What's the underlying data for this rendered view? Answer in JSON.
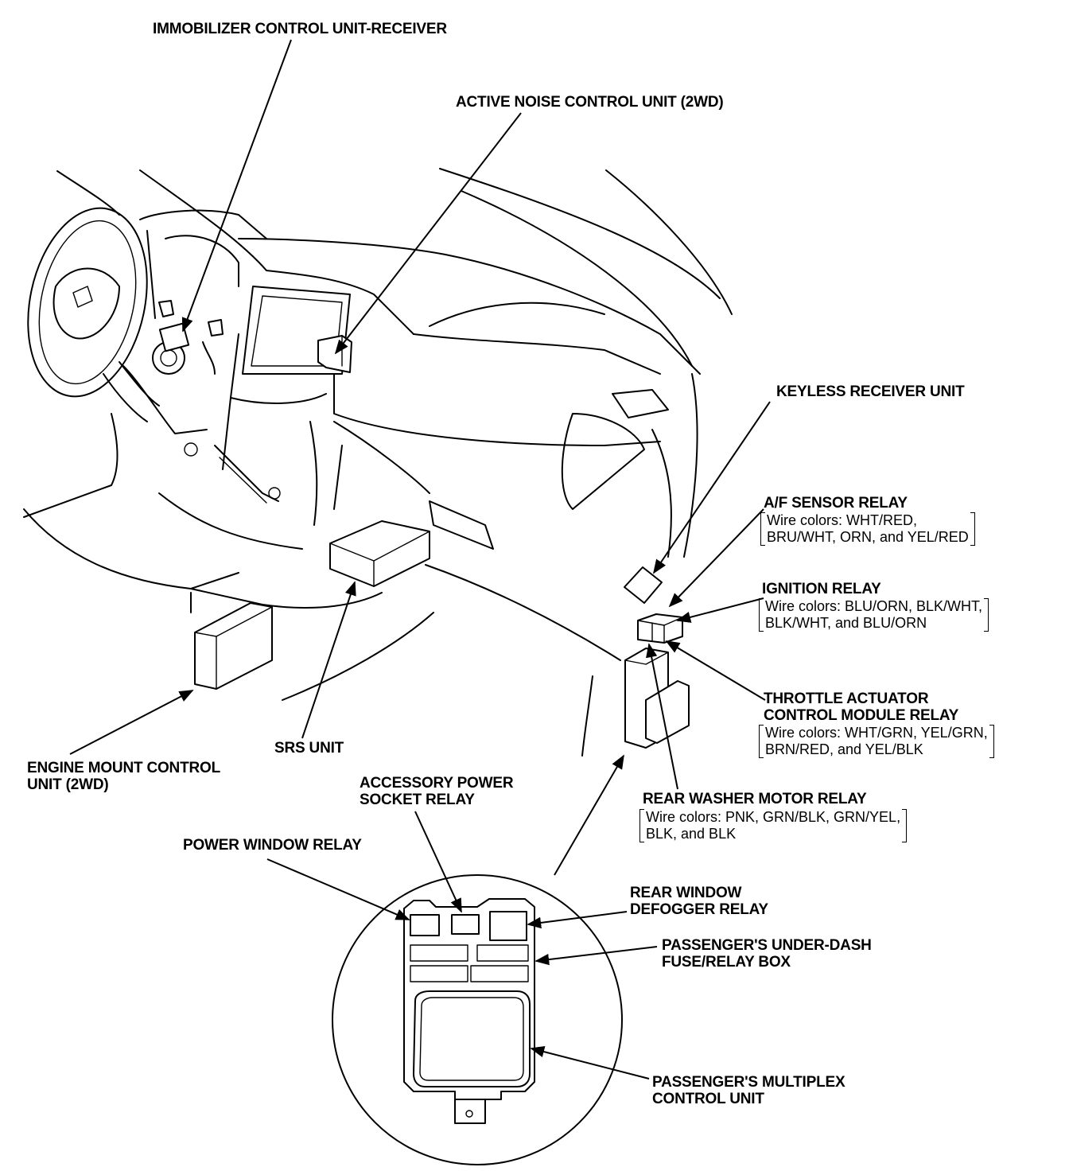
{
  "labels": {
    "immobilizer": "IMMOBILIZER CONTROL UNIT-RECEIVER",
    "active_noise": "ACTIVE NOISE CONTROL UNIT (2WD)",
    "keyless": "KEYLESS RECEIVER UNIT",
    "af_sensor": {
      "title": "A/F SENSOR RELAY",
      "wire_line1": "Wire colors: WHT/RED,",
      "wire_line2": "BRU/WHT, ORN, and YEL/RED"
    },
    "ignition": {
      "title": "IGNITION RELAY",
      "wire_line1": "Wire colors: BLU/ORN, BLK/WHT,",
      "wire_line2": "BLK/WHT, and BLU/ORN"
    },
    "throttle": {
      "title_line1": "THROTTLE ACTUATOR",
      "title_line2": "CONTROL MODULE RELAY",
      "wire_line1": "Wire colors: WHT/GRN, YEL/GRN,",
      "wire_line2": "BRN/RED, and YEL/BLK"
    },
    "rear_washer": {
      "title": "REAR WASHER MOTOR RELAY",
      "wire_line1": "Wire colors: PNK, GRN/BLK, GRN/YEL,",
      "wire_line2": "BLK, and BLK"
    },
    "engine_mount": {
      "line1": "ENGINE MOUNT CONTROL",
      "line2": "UNIT (2WD)"
    },
    "srs": "SRS UNIT",
    "accessory": {
      "line1": "ACCESSORY POWER",
      "line2": "SOCKET RELAY"
    },
    "power_window": "POWER WINDOW RELAY",
    "rear_defogger": {
      "line1": "REAR WINDOW",
      "line2": "DEFOGGER RELAY"
    },
    "under_dash": {
      "line1": "PASSENGER'S UNDER-DASH",
      "line2": "FUSE/RELAY BOX"
    },
    "multiplex": {
      "line1": "PASSENGER'S MULTIPLEX",
      "line2": "CONTROL UNIT"
    }
  }
}
